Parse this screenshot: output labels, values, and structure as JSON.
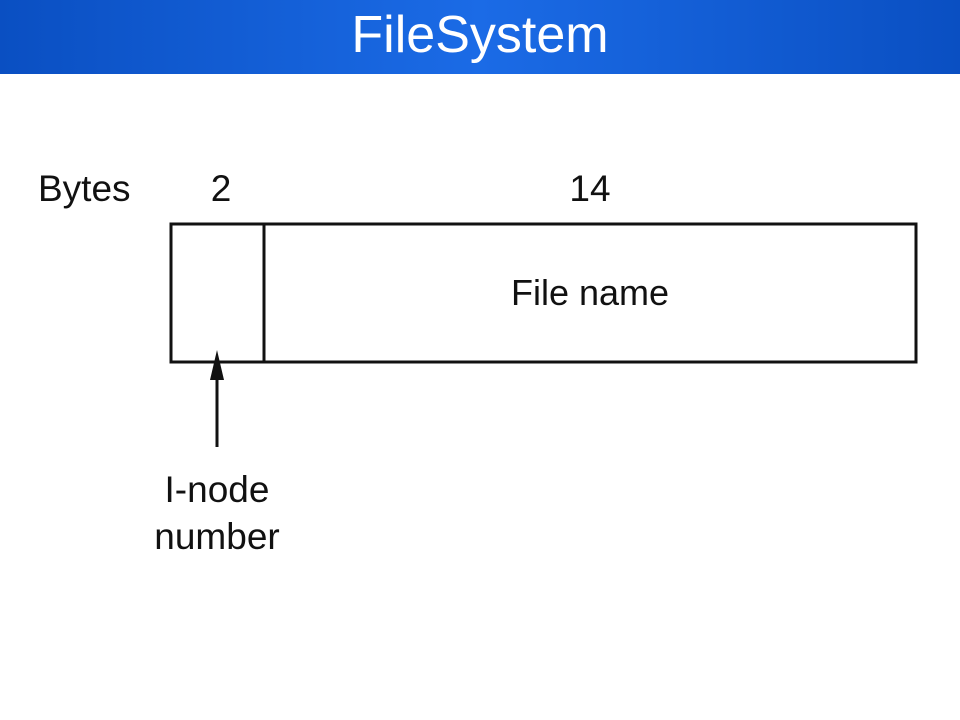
{
  "slide": {
    "title": "FileSystem",
    "title_bar_color": "#1b6be6",
    "title_text_color": "#ffffff"
  },
  "diagram": {
    "bytes_label": "Bytes",
    "fields": [
      {
        "size": "2",
        "name": ""
      },
      {
        "size": "14",
        "name": "File name"
      }
    ],
    "arrow_label_line1": "I-node",
    "arrow_label_line2": "number",
    "arrow_icon": "arrow-up-icon",
    "line_color": "#111111"
  }
}
